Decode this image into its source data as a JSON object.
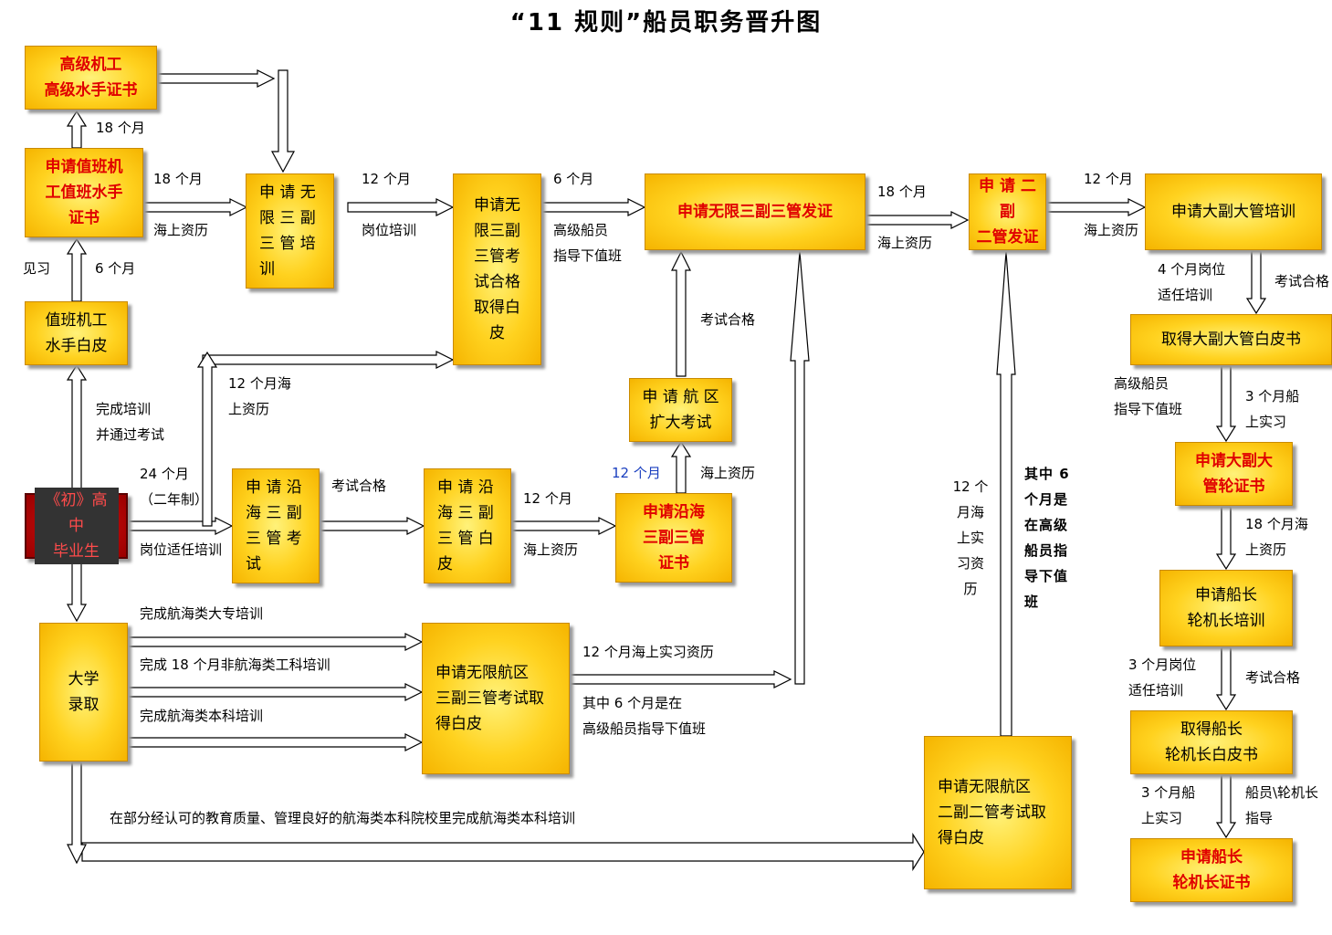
{
  "title": "“11 规则”船员职务晋升图",
  "boxes": {
    "senior_cert": "高级机工\n高级水手证书",
    "apply_watch_cert": "申请值班机\n工值班水手\n证书",
    "watch_whitebook": "值班机工\n水手白皮",
    "grad": "《初》高中\n毕业生",
    "univ": "大学\n录取",
    "unlimited_3rd_training": "申 请 无\n限 三 副\n三 管 培\n训",
    "unlimited_3rd_exam": "申请无\n限三副\n三管考\n试合格\n取得白\n皮",
    "coastal_3rd_exam": "申 请 沿\n海 三 副\n三 管 考\n试",
    "coastal_3rd_whitebook": "申 请 沿\n海 三 副\n三 管 白\n皮",
    "coastal_3rd_cert": "申请沿海\n三副三管\n证书",
    "area_exam": "申 请 航 区\n扩大考试",
    "unlimited_3rd_cert": "申请无限三副三管发证",
    "univ_exam": "申请无限航区\n三副三管考试取\n得白皮",
    "second_cert": "申 请 二 副\n二管发证",
    "second_exam": "申请无限航区\n二副二管考试取\n得白皮",
    "chief_training": "申请大副大管培训",
    "chief_whitebook": "取得大副大管白皮书",
    "chief_cert": "申请大副大\n管轮证书",
    "captain_training": "申请船长\n轮机长培训",
    "captain_whitebook": "取得船长\n轮机长白皮书",
    "captain_cert": "申请船长\n轮机长证书"
  },
  "labels": {
    "m18_top": "18 个月",
    "m18_a": "18 个月",
    "sea_a": "海上资历",
    "jianxi": "见习",
    "m6_a": "6 个月",
    "m12_a": "12 个月",
    "post_a": "岗位培训",
    "m6_b": "6 个月",
    "senior_guide": "高级船员\n指导下值班",
    "m18_b": "18 个月",
    "sea_b": "海上资历",
    "m12_b": "12 个月",
    "sea_c": "海上资历",
    "four_months": "4 个月岗位\n适任培训",
    "exam_pass_r1": "考试合格",
    "senior_guide_r": "高级船员\n指导下值班",
    "three_months_r": "3 个月船\n上实习",
    "exam_pass_mid": "考试合格",
    "m12_sea_left": "12 个月海\n上资历",
    "finish_training": "完成培训\n并通过考试",
    "m24": "24 个月\n（二年制）",
    "post_fit": "岗位适任培训",
    "exam_pass_coastal": "考试合格",
    "m12_c": "12 个月",
    "sea_d": "海上资历",
    "m12_blue": "12 个月",
    "sea_e": "海上资历",
    "twelve_vertical": "12 个\n月海\n上实\n习资\n历",
    "six_vertical": "其中 6\n个月是\n在高级\n船员指\n导下值\n班",
    "m18_r": "18 个月海\n上资历",
    "univ_l1": "完成航海类大专培训",
    "univ_l2": "完成 18 个月非航海类工科培训",
    "univ_l3": "完成航海类本科培训",
    "m12_sea_univ": "12 个月海上实习资历",
    "six_univ": "其中 6 个月是在\n高级船员指导下值班",
    "three_post_r": "3 个月岗位\n适任培训",
    "exam_pass_r2": "考试合格",
    "three_ship_r": "3 个月船\n上实习",
    "captain_guide": "船员\\轮机长\n指导",
    "bottom_note": "在部分经认可的教育质量、管理良好的航海类本科院校里完成航海类本科培训"
  }
}
